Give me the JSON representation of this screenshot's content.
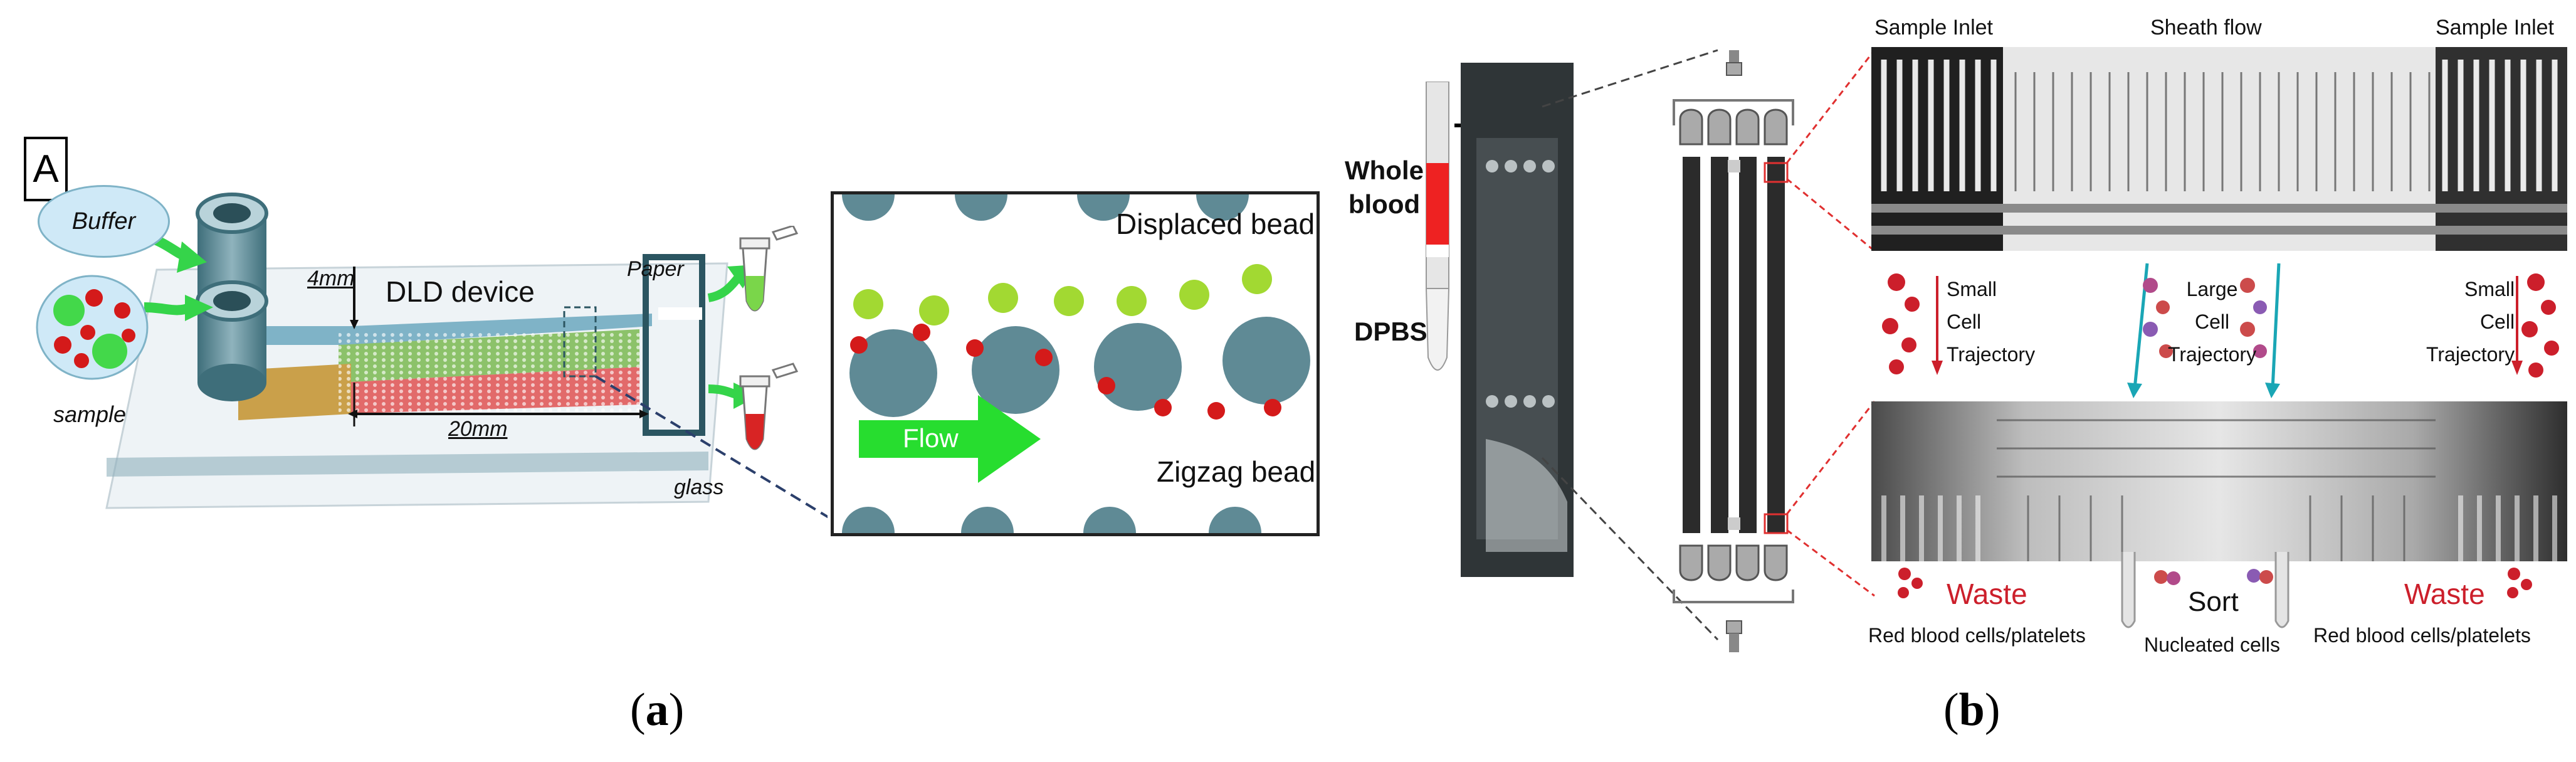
{
  "panel_a": {
    "panel_letter": "A",
    "buffer_label": "Buffer",
    "sample_label": "sample",
    "dimension_short": "4mm",
    "device_label": "DLD device",
    "dimension_long": "20mm",
    "paper_label": "Paper",
    "glass_label": "glass",
    "inset": {
      "displaced_label": "Displaced bead",
      "zigzag_label": "Zigzag bead",
      "flow_label": "Flow"
    },
    "caption": "a"
  },
  "panel_b": {
    "whole_blood_label": "Whole\nblood",
    "dpbs_label": "DPBS",
    "micro_top": {
      "sample_inlet_left": "Sample Inlet",
      "sheath_flow": "Sheath flow",
      "sample_inlet_right": "Sample Inlet"
    },
    "trajectories": {
      "left": "Small\nCell\nTrajectory",
      "center": "Large\nCell\nTrajectory",
      "right": "Small\nCell\nTrajectory"
    },
    "outputs": {
      "waste_left": "Waste",
      "waste_left_sub": "Red blood cells/platelets",
      "sort": "Sort",
      "sort_sub": "Nucleated cells",
      "waste_right": "Waste",
      "waste_right_sub": "Red blood cells/platelets"
    },
    "caption": "b"
  },
  "colors": {
    "buffer_bubble": "#cfe9f7",
    "green_arrow": "#35d44a",
    "pillar": "#5f8a95",
    "displaced_bead": "#9fd82f",
    "zigzag_bead": "#d41a1a",
    "waste_red": "#cc1f2b",
    "teal_arrow": "#1aa6b5"
  }
}
